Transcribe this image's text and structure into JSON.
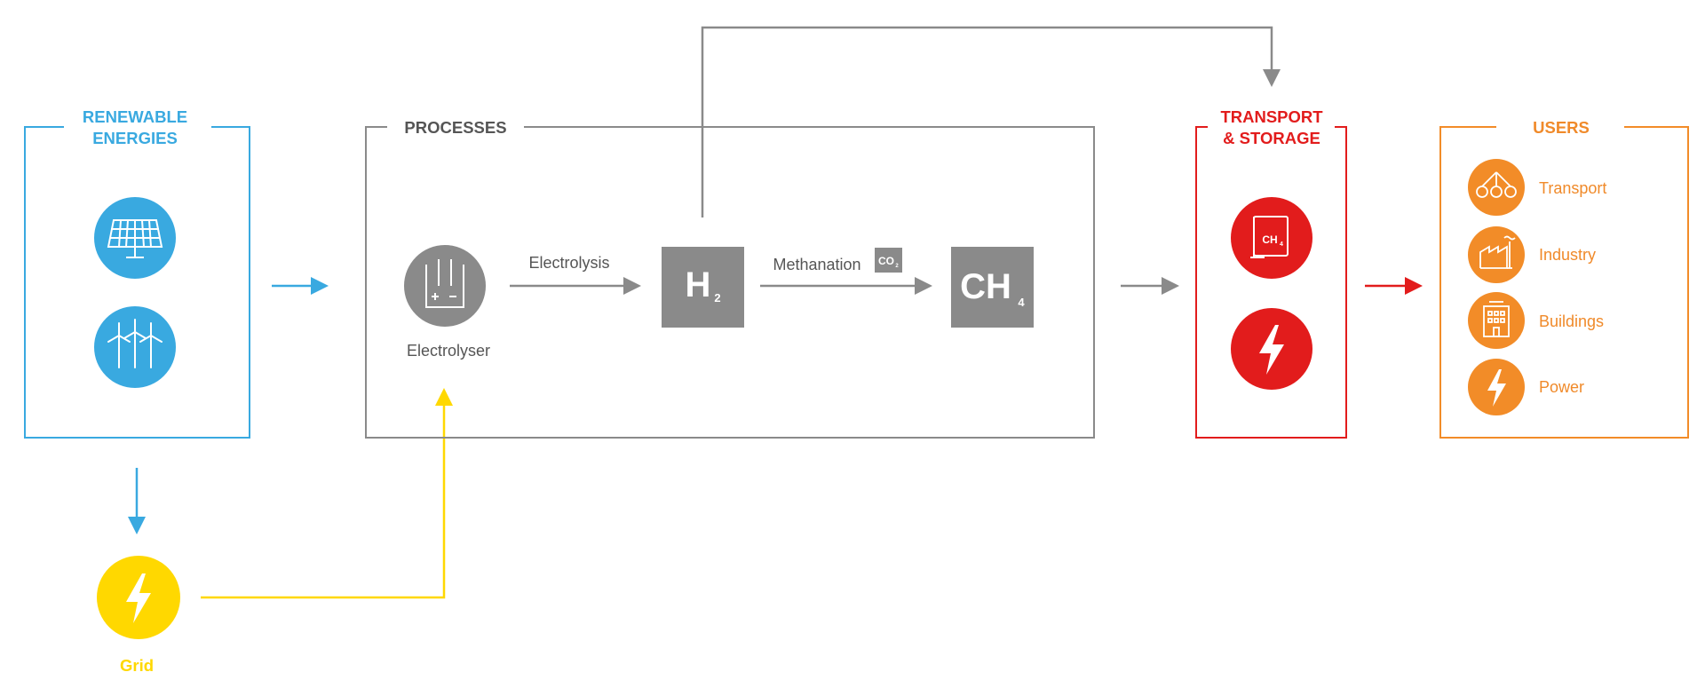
{
  "colors": {
    "renewable": "#39a9e0",
    "grid": "#ffd800",
    "process": "#8a8a8a",
    "transport": "#e21c1c",
    "users": "#f28c28",
    "user_text": "#f08a2a"
  },
  "renewable": {
    "title_line1": "RENEWABLE",
    "title_line2": "ENERGIES",
    "icons": [
      "solar-panel-icon",
      "wind-turbines-icon"
    ]
  },
  "grid": {
    "label": "Grid",
    "icon": "lightning-bolt-icon"
  },
  "processes": {
    "title": "PROCESSES",
    "electrolyser_label": "Electrolyser",
    "electrolysis_label": "Electrolysis",
    "methanation_label": "Methanation",
    "h2": {
      "main": "H",
      "sub": "2"
    },
    "ch4": {
      "main": "CH",
      "sub": "4"
    },
    "co2": {
      "main": "CO",
      "sub": "2"
    }
  },
  "transport": {
    "title_line1": "TRANSPORT",
    "title_line2": "& STORAGE",
    "tank": {
      "main": "CH",
      "sub": "4"
    },
    "icons": [
      "gas-tank-icon",
      "lightning-bolt-icon"
    ]
  },
  "users": {
    "title": "USERS",
    "items": [
      {
        "label": "Transport",
        "icon": "vehicles-icon"
      },
      {
        "label": "Industry",
        "icon": "factory-icon"
      },
      {
        "label": "Buildings",
        "icon": "building-icon"
      },
      {
        "label": "Power",
        "icon": "lightning-bolt-icon"
      }
    ]
  }
}
